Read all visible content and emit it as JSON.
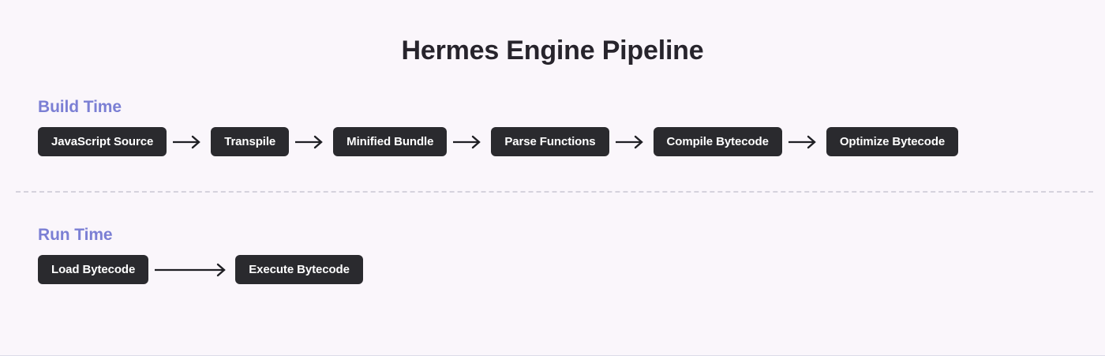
{
  "page": {
    "title": "Hermes Engine Pipeline",
    "background_color": "#faf6fb",
    "title_color": "#27242c",
    "section_label_color": "#7b7fd4",
    "node_bg_color": "#2a2a2e",
    "node_text_color": "#ffffff",
    "arrow_color": "#1f1f24",
    "divider_color": "#d5d2dd"
  },
  "sections": [
    {
      "label": "Build Time",
      "nodes": [
        {
          "label": "JavaScript Source"
        },
        {
          "label": "Transpile"
        },
        {
          "label": "Minified Bundle"
        },
        {
          "label": "Parse Functions"
        },
        {
          "label": "Compile Bytecode"
        },
        {
          "label": "Optimize Bytecode"
        }
      ]
    },
    {
      "label": "Run Time",
      "nodes": [
        {
          "label": "Load Bytecode"
        },
        {
          "label": "Execute Bytecode"
        }
      ]
    }
  ],
  "icons": {
    "arrow": "arrow-right-icon"
  }
}
